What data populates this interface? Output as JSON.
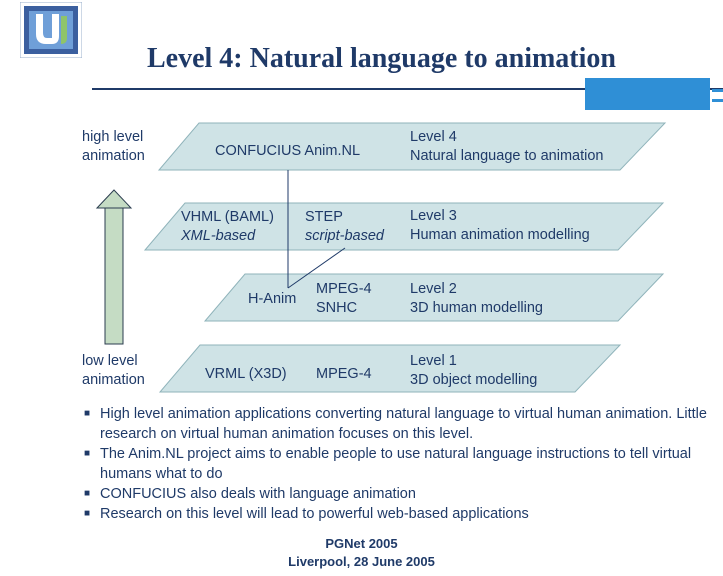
{
  "slide": {
    "title": "Level 4: Natural language to animation",
    "sidebar_text": "................"
  },
  "axis": {
    "high_label_line1": "high level",
    "high_label_line2": "animation",
    "low_label_line1": "low level",
    "low_label_line2": "animation"
  },
  "layers": [
    {
      "items": [
        {
          "text": "CONFUCIUS   Anim.NL",
          "italic": false
        }
      ],
      "level_line1": "Level 4",
      "level_line2": "Natural language to animation"
    },
    {
      "items": [
        {
          "line1": "VHML (BAML)",
          "line2": "XML-based"
        },
        {
          "line1": "STEP",
          "line2": "script-based"
        }
      ],
      "level_line1": "Level 3",
      "level_line2": "Human animation modelling"
    },
    {
      "items": [
        {
          "line1": "H-Anim"
        },
        {
          "line1": "MPEG-4",
          "line2": "SNHC"
        }
      ],
      "level_line1": "Level 2",
      "level_line2": "3D human modelling"
    },
    {
      "items": [
        {
          "line1": "VRML (X3D)"
        },
        {
          "line1": "MPEG-4"
        }
      ],
      "level_line1": "Level 1",
      "level_line2": "3D object modelling"
    }
  ],
  "bullets": [
    "High level animation applications converting natural language to virtual human animation. Little research on virtual human animation focuses on this level.",
    "The Anim.NL project aims to enable people to use natural language instructions to tell virtual humans what to do",
    "CONFUCIUS also deals with language animation",
    "Research on this level will lead to powerful web-based applications"
  ],
  "footer": {
    "line1": "PGNet 2005",
    "line2": "Liverpool, 28 June 2005"
  },
  "colors": {
    "text": "#1f3a68",
    "layer_fill": "#cfe3e6",
    "layer_stroke": "#8fb3ba",
    "accent": "#2f8fd6",
    "arrow_fill": "#c5dcc4"
  }
}
